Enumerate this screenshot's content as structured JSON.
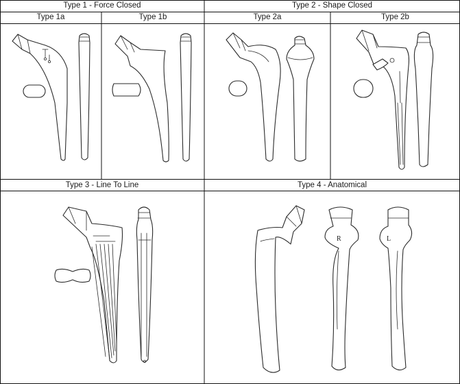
{
  "table": {
    "type1": {
      "header": "Type 1 - Force Closed",
      "sub_a": "Type 1a",
      "sub_b": "Type 1b"
    },
    "type2": {
      "header": "Type 2 - Shape Closed",
      "sub_a": "Type 2a",
      "sub_b": "Type 2b"
    },
    "type3": {
      "header": "Type 3 - Line To Line"
    },
    "type4": {
      "header": "Type 4 - Anatomical",
      "right_mark": "R",
      "left_mark": "L"
    }
  }
}
